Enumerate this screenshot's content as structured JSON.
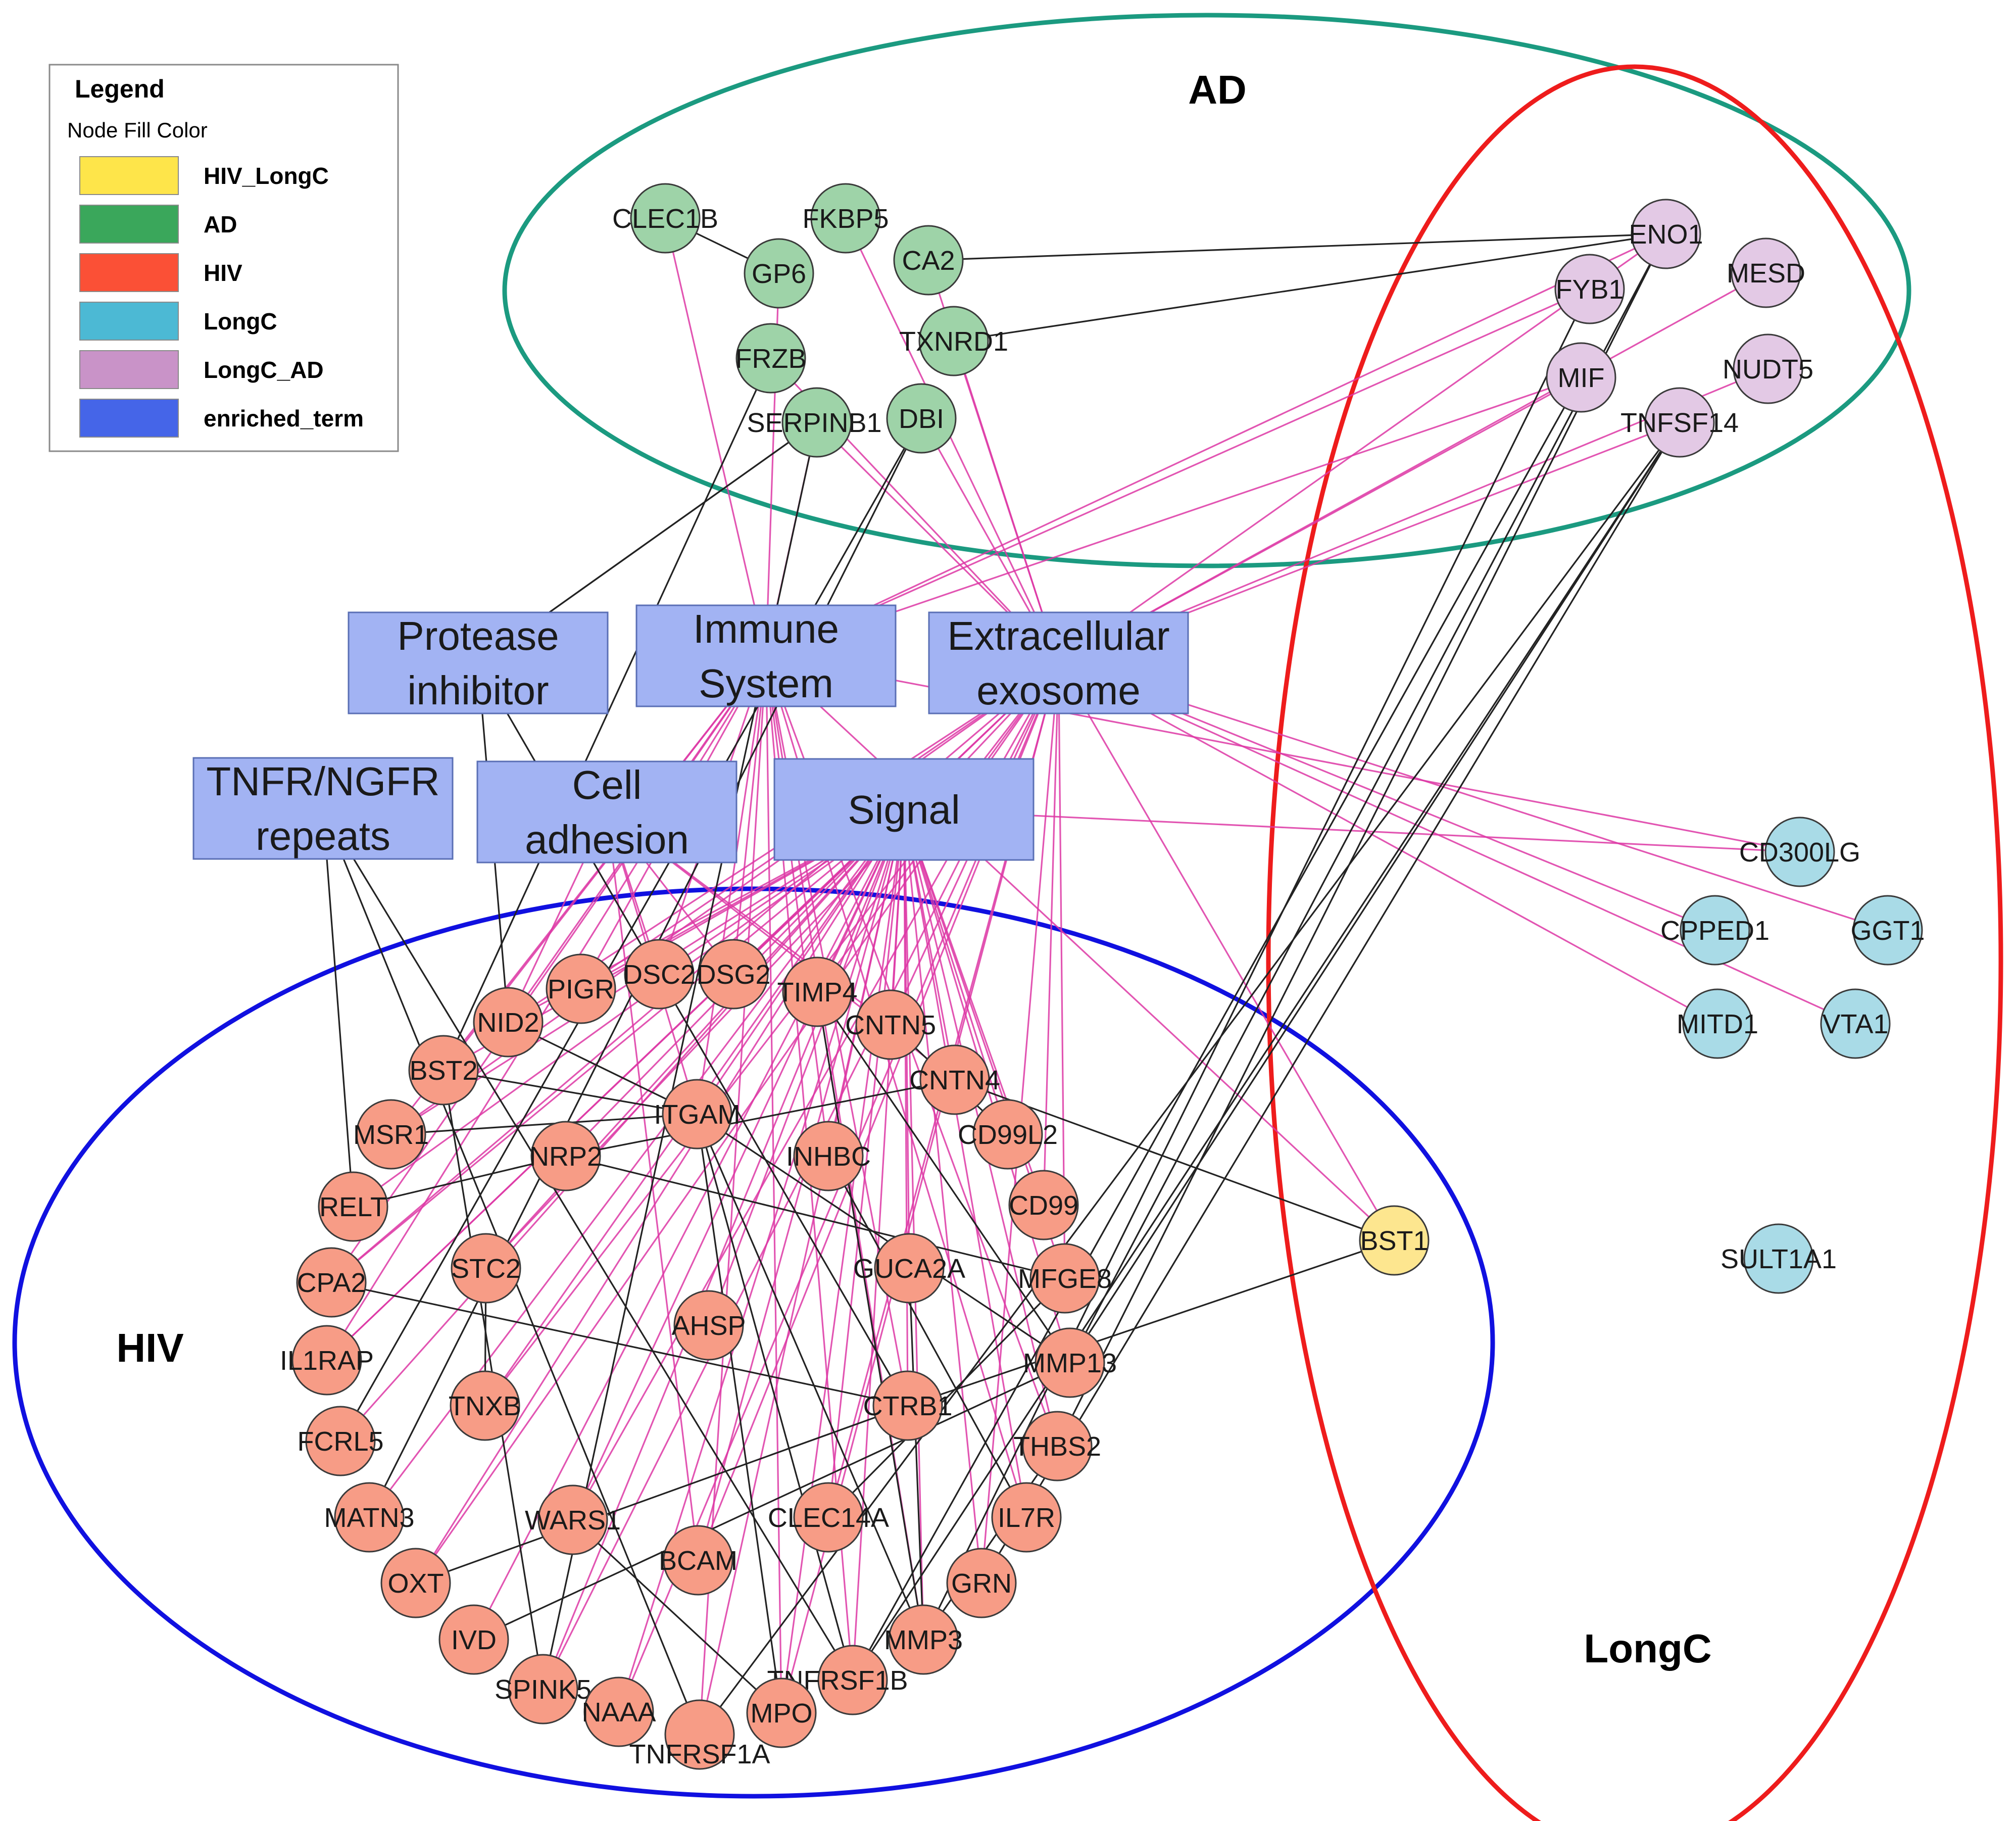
{
  "colors": {
    "HIV_LongC": "#fee54a",
    "AD": "#3aa75b",
    "HIV": "#fb5036",
    "LongC": "#4cb9d4",
    "LongC_AD": "#c993c8",
    "enriched_term": "#4565e8",
    "node_fill_AD": "#9ed3a8",
    "node_fill_HIV": "#f79c86",
    "node_fill_LongC": "#a9dbe7",
    "node_fill_LongC_AD": "#e3c9e5",
    "node_fill_HIV_LongC": "#fde68f",
    "term_box": "#a2b3f3",
    "edge_pink": "#dd37a5",
    "edge_black": "#222222",
    "ring_AD": "#1b9a80",
    "ring_HIV": "#1010e0",
    "ring_LongC": "#ee1c1c"
  },
  "legend": {
    "title": "Legend",
    "subtitle": "Node Fill Color",
    "items": [
      {
        "key": "HIV_LongC",
        "label": "HIV_LongC"
      },
      {
        "key": "AD",
        "label": "AD"
      },
      {
        "key": "HIV",
        "label": "HIV"
      },
      {
        "key": "LongC",
        "label": "LongC"
      },
      {
        "key": "LongC_AD",
        "label": "LongC_AD"
      },
      {
        "key": "enriched_term",
        "label": "enriched_term"
      }
    ]
  },
  "groups": {
    "AD": "AD",
    "HIV": "HIV",
    "LongC": "LongC"
  },
  "terms": [
    {
      "id": "protease",
      "lines": [
        "Protease",
        "inhibitor"
      ]
    },
    {
      "id": "immune",
      "lines": [
        "Immune",
        "System"
      ]
    },
    {
      "id": "exosome",
      "lines": [
        "Extracellular",
        "exosome"
      ]
    },
    {
      "id": "tnfr",
      "lines": [
        "TNFR/NGFR",
        "repeats"
      ]
    },
    {
      "id": "adhesion",
      "lines": [
        "Cell",
        "adhesion"
      ]
    },
    {
      "id": "signal",
      "lines": [
        "Signal"
      ]
    }
  ],
  "nodes": [
    {
      "id": "CLEC1B",
      "group": "AD"
    },
    {
      "id": "FKBP5",
      "group": "AD"
    },
    {
      "id": "GP6",
      "group": "AD"
    },
    {
      "id": "CA2",
      "group": "AD"
    },
    {
      "id": "TXNRD1",
      "group": "AD"
    },
    {
      "id": "FRZB",
      "group": "AD"
    },
    {
      "id": "SERPINB1",
      "group": "AD"
    },
    {
      "id": "DBI",
      "group": "AD"
    },
    {
      "id": "ENO1",
      "group": "LongC_AD"
    },
    {
      "id": "FYB1",
      "group": "LongC_AD"
    },
    {
      "id": "MESD",
      "group": "LongC_AD"
    },
    {
      "id": "MIF",
      "group": "LongC_AD"
    },
    {
      "id": "NUDT5",
      "group": "LongC_AD"
    },
    {
      "id": "TNFSF14",
      "group": "LongC_AD"
    },
    {
      "id": "CD300LG",
      "group": "LongC"
    },
    {
      "id": "CPPED1",
      "group": "LongC"
    },
    {
      "id": "GGT1",
      "group": "LongC"
    },
    {
      "id": "MITD1",
      "group": "LongC"
    },
    {
      "id": "VTA1",
      "group": "LongC"
    },
    {
      "id": "SULT1A1",
      "group": "LongC"
    },
    {
      "id": "BST1",
      "group": "HIV_LongC"
    },
    {
      "id": "NID2",
      "group": "HIV"
    },
    {
      "id": "PIGR",
      "group": "HIV"
    },
    {
      "id": "DSC2",
      "group": "HIV"
    },
    {
      "id": "DSG2",
      "group": "HIV"
    },
    {
      "id": "TIMP4",
      "group": "HIV"
    },
    {
      "id": "CNTN5",
      "group": "HIV"
    },
    {
      "id": "CNTN4",
      "group": "HIV"
    },
    {
      "id": "BST2",
      "group": "HIV"
    },
    {
      "id": "ITGAM",
      "group": "HIV"
    },
    {
      "id": "MSR1",
      "group": "HIV"
    },
    {
      "id": "NRP2",
      "group": "HIV"
    },
    {
      "id": "INHBC",
      "group": "HIV"
    },
    {
      "id": "CD99L2",
      "group": "HIV"
    },
    {
      "id": "RELT",
      "group": "HIV"
    },
    {
      "id": "CD99",
      "group": "HIV"
    },
    {
      "id": "CPA2",
      "group": "HIV"
    },
    {
      "id": "STC2",
      "group": "HIV"
    },
    {
      "id": "GUCA2A",
      "group": "HIV"
    },
    {
      "id": "MFGE8",
      "group": "HIV"
    },
    {
      "id": "AHSP",
      "group": "HIV"
    },
    {
      "id": "IL1RAP",
      "group": "HIV"
    },
    {
      "id": "MMP13",
      "group": "HIV"
    },
    {
      "id": "TNXB",
      "group": "HIV"
    },
    {
      "id": "CTRB1",
      "group": "HIV"
    },
    {
      "id": "FCRL5",
      "group": "HIV"
    },
    {
      "id": "THBS2",
      "group": "HIV"
    },
    {
      "id": "MATN3",
      "group": "HIV"
    },
    {
      "id": "WARS1",
      "group": "HIV"
    },
    {
      "id": "CLEC14A",
      "group": "HIV"
    },
    {
      "id": "IL7R",
      "group": "HIV"
    },
    {
      "id": "OXT",
      "group": "HIV"
    },
    {
      "id": "BCAM",
      "group": "HIV"
    },
    {
      "id": "GRN",
      "group": "HIV"
    },
    {
      "id": "IVD",
      "group": "HIV"
    },
    {
      "id": "MMP3",
      "group": "HIV"
    },
    {
      "id": "SPINK5",
      "group": "HIV"
    },
    {
      "id": "TNFRSF1B",
      "group": "HIV"
    },
    {
      "id": "NAAA",
      "group": "HIV"
    },
    {
      "id": "MPO",
      "group": "HIV"
    },
    {
      "id": "TNFRSF1A",
      "group": "HIV"
    }
  ],
  "edges_term": [
    [
      "immune",
      "CLEC1B"
    ],
    [
      "immune",
      "GP6"
    ],
    [
      "immune",
      "SERPINB1"
    ],
    [
      "immune",
      "FYB1"
    ],
    [
      "immune",
      "MIF"
    ],
    [
      "immune",
      "ENO1"
    ],
    [
      "immune",
      "PIGR"
    ],
    [
      "immune",
      "ITGAM"
    ],
    [
      "immune",
      "TNFRSF1A"
    ],
    [
      "immune",
      "TNFRSF1B"
    ],
    [
      "immune",
      "MPO"
    ],
    [
      "immune",
      "IL7R"
    ],
    [
      "immune",
      "BST2"
    ],
    [
      "immune",
      "MMP3"
    ],
    [
      "immune",
      "DSC2"
    ],
    [
      "immune",
      "DSG2"
    ],
    [
      "immune",
      "CD300LG"
    ],
    [
      "immune",
      "INHBC"
    ],
    [
      "immune",
      "CTRB1"
    ],
    [
      "immune",
      "BST1"
    ],
    [
      "immune",
      "MSR1"
    ],
    [
      "immune",
      "CPA2"
    ],
    [
      "immune",
      "IL1RAP"
    ],
    [
      "immune",
      "THBS2"
    ],
    [
      "immune",
      "NID2"
    ],
    [
      "exosome",
      "FKBP5"
    ],
    [
      "exosome",
      "CA2"
    ],
    [
      "exosome",
      "TXNRD1"
    ],
    [
      "exosome",
      "DBI"
    ],
    [
      "exosome",
      "FRZB"
    ],
    [
      "exosome",
      "SERPINB1"
    ],
    [
      "exosome",
      "MESD"
    ],
    [
      "exosome",
      "MIF"
    ],
    [
      "exosome",
      "ENO1"
    ],
    [
      "exosome",
      "NUDT5"
    ],
    [
      "exosome",
      "TNFSF14"
    ],
    [
      "exosome",
      "GGT1"
    ],
    [
      "exosome",
      "CPPED1"
    ],
    [
      "exosome",
      "VTA1"
    ],
    [
      "exosome",
      "MITD1"
    ],
    [
      "exosome",
      "BST1"
    ],
    [
      "exosome",
      "DSG2"
    ],
    [
      "exosome",
      "TIMP4"
    ],
    [
      "exosome",
      "CNTN5"
    ],
    [
      "exosome",
      "PIGR"
    ],
    [
      "exosome",
      "NID2"
    ],
    [
      "exosome",
      "CD99"
    ],
    [
      "exosome",
      "MFGE8"
    ],
    [
      "exosome",
      "GRN"
    ],
    [
      "exosome",
      "BCAM"
    ],
    [
      "exosome",
      "NAAA"
    ],
    [
      "exosome",
      "TNXB"
    ],
    [
      "exosome",
      "WARS1"
    ],
    [
      "exosome",
      "OXT"
    ],
    [
      "exosome",
      "SPINK5"
    ],
    [
      "exosome",
      "STC2"
    ],
    [
      "exosome",
      "MPO"
    ],
    [
      "exosome",
      "CLEC14A"
    ],
    [
      "exosome",
      "MSR1"
    ],
    [
      "exosome",
      "CPA2"
    ],
    [
      "exosome",
      "IL1RAP"
    ],
    [
      "signal",
      "CD300LG"
    ],
    [
      "signal",
      "NID2"
    ],
    [
      "signal",
      "PIGR"
    ],
    [
      "signal",
      "DSC2"
    ],
    [
      "signal",
      "DSG2"
    ],
    [
      "signal",
      "TIMP4"
    ],
    [
      "signal",
      "CNTN5"
    ],
    [
      "signal",
      "CNTN4"
    ],
    [
      "signal",
      "CD99L2"
    ],
    [
      "signal",
      "CD99"
    ],
    [
      "signal",
      "MFGE8"
    ],
    [
      "signal",
      "MMP13"
    ],
    [
      "signal",
      "THBS2"
    ],
    [
      "signal",
      "IL7R"
    ],
    [
      "signal",
      "GRN"
    ],
    [
      "signal",
      "MMP3"
    ],
    [
      "signal",
      "TNFRSF1B"
    ],
    [
      "signal",
      "MPO"
    ],
    [
      "signal",
      "TNFRSF1A"
    ],
    [
      "signal",
      "NAAA"
    ],
    [
      "signal",
      "SPINK5"
    ],
    [
      "signal",
      "IVD"
    ],
    [
      "signal",
      "OXT"
    ],
    [
      "signal",
      "MATN3"
    ],
    [
      "signal",
      "FCRL5"
    ],
    [
      "signal",
      "IL1RAP"
    ],
    [
      "signal",
      "CPA2"
    ],
    [
      "signal",
      "RELT"
    ],
    [
      "signal",
      "MSR1"
    ],
    [
      "signal",
      "BST2"
    ],
    [
      "signal",
      "ITGAM"
    ],
    [
      "signal",
      "NRP2"
    ],
    [
      "signal",
      "INHBC"
    ],
    [
      "signal",
      "STC2"
    ],
    [
      "signal",
      "GUCA2A"
    ],
    [
      "signal",
      "AHSP"
    ],
    [
      "signal",
      "TNXB"
    ],
    [
      "signal",
      "CTRB1"
    ],
    [
      "signal",
      "WARS1"
    ],
    [
      "signal",
      "CLEC14A"
    ],
    [
      "signal",
      "BCAM"
    ],
    [
      "adhesion",
      "DSC2"
    ],
    [
      "adhesion",
      "DSG2"
    ],
    [
      "adhesion",
      "CNTN5"
    ],
    [
      "adhesion",
      "CNTN4"
    ],
    [
      "adhesion",
      "ITGAM"
    ],
    [
      "adhesion",
      "BCAM"
    ],
    [
      "adhesion",
      "NID2"
    ]
  ],
  "edges_ppi": [
    [
      "CLEC1B",
      "GP6"
    ],
    [
      "CA2",
      "ENO1"
    ],
    [
      "TXNRD1",
      "ENO1"
    ],
    [
      "FRZB",
      "BST2"
    ],
    [
      "SERPINB1",
      "protease"
    ],
    [
      "SERPINB1",
      "SPINK5"
    ],
    [
      "protease",
      "SERPINB1"
    ],
    [
      "protease",
      "NID2"
    ],
    [
      "protease",
      "CTRB1"
    ],
    [
      "tnfr",
      "RELT"
    ],
    [
      "tnfr",
      "TNFRSF1A"
    ],
    [
      "tnfr",
      "TNFRSF1B"
    ],
    [
      "ENO1",
      "MMP13"
    ],
    [
      "ENO1",
      "THBS2"
    ],
    [
      "FYB1",
      "MMP3"
    ],
    [
      "MIF",
      "TNFRSF1B"
    ],
    [
      "TNFSF14",
      "TNFRSF1B"
    ],
    [
      "TNFSF14",
      "MMP13"
    ],
    [
      "TNFSF14",
      "GRN"
    ],
    [
      "TNFSF14",
      "TNFRSF1A"
    ],
    [
      "BST1",
      "CNTN4"
    ],
    [
      "BST1",
      "CTRB1"
    ],
    [
      "NID2",
      "ITGAM"
    ],
    [
      "BST2",
      "ITGAM"
    ],
    [
      "MSR1",
      "ITGAM"
    ],
    [
      "ITGAM",
      "TNFRSF1B"
    ],
    [
      "ITGAM",
      "MMP3"
    ],
    [
      "ITGAM",
      "MPO"
    ],
    [
      "ITGAM",
      "MMP13"
    ],
    [
      "CPA2",
      "CTRB1"
    ],
    [
      "OXT",
      "CTRB1"
    ],
    [
      "CNTN5",
      "CD99L2"
    ],
    [
      "NRP2",
      "MFGE8"
    ],
    [
      "DBI",
      "MATN3"
    ],
    [
      "DBI",
      "FCRL5"
    ],
    [
      "STC2",
      "TNXB"
    ],
    [
      "INHBC",
      "IL7R"
    ],
    [
      "GUCA2A",
      "MMP3"
    ],
    [
      "RELT",
      "NRP2"
    ],
    [
      "TIMP4",
      "MMP13"
    ],
    [
      "TIMP4",
      "MMP3"
    ],
    [
      "WARS1",
      "MPO"
    ],
    [
      "IVD",
      "MMP13"
    ],
    [
      "MFGE8",
      "CLEC14A"
    ],
    [
      "THBS2",
      "MMP3"
    ],
    [
      "BST2",
      "SPINK5"
    ],
    [
      "CNTN4",
      "NRP2"
    ]
  ]
}
